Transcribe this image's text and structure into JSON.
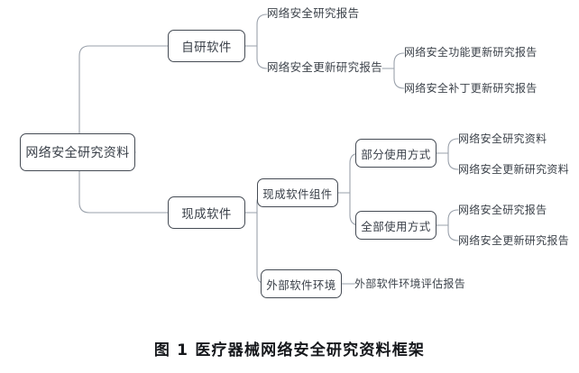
{
  "figure": {
    "caption": "图 1  医疗器械网络安全研究资料框架",
    "colors": {
      "box_border": "#454b54",
      "connector": "#9aa1ab",
      "text": "#3d434b",
      "caption_text": "#16181c",
      "background": "#ffffff"
    }
  },
  "diagram": {
    "type": "tree",
    "orientation": "left-to-right",
    "root": {
      "label": "网络安全研究资料",
      "children": [
        {
          "label": "自研软件",
          "children": [
            {
              "label": "网络安全研究报告",
              "children": []
            },
            {
              "label": "网络安全更新研究报告",
              "children": [
                {
                  "label": "网络安全功能更新研究报告",
                  "children": []
                },
                {
                  "label": "网络安全补丁更新研究报告",
                  "children": []
                }
              ]
            }
          ]
        },
        {
          "label": "现成软件",
          "children": [
            {
              "label": "现成软件组件",
              "children": [
                {
                  "label": "部分使用方式",
                  "children": [
                    {
                      "label": "网络安全研究资料",
                      "children": []
                    },
                    {
                      "label": "网络安全更新研究资料",
                      "children": []
                    }
                  ]
                },
                {
                  "label": "全部使用方式",
                  "children": [
                    {
                      "label": "网络安全研究报告",
                      "children": []
                    },
                    {
                      "label": "网络安全更新研究报告",
                      "children": []
                    }
                  ]
                }
              ]
            },
            {
              "label": "外部软件环境",
              "children": [
                {
                  "label": "外部软件环境评估报告",
                  "children": []
                }
              ]
            }
          ]
        }
      ]
    },
    "nodes": {
      "root": "网络安全研究资料",
      "self_developed": "自研软件",
      "self_dev_report": "网络安全研究报告",
      "self_dev_update_report": "网络安全更新研究报告",
      "self_dev_feature_update": "网络安全功能更新研究报告",
      "self_dev_patch_update": "网络安全补丁更新研究报告",
      "ots_software": "现成软件",
      "ots_component": "现成软件组件",
      "partial_use": "部分使用方式",
      "partial_material": "网络安全研究资料",
      "partial_update_material": "网络安全更新研究资料",
      "full_use": "全部使用方式",
      "full_report": "网络安全研究报告",
      "full_update_report": "网络安全更新研究报告",
      "external_env": "外部软件环境",
      "external_env_assessment": "外部软件环境评估报告"
    }
  }
}
